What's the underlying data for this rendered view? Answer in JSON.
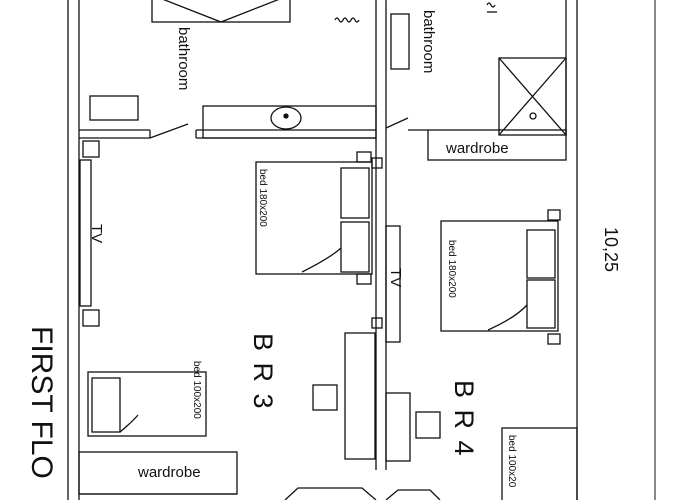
{
  "labels": {
    "bathroom_left": "bathroom",
    "bathroom_right": "bathroom",
    "wardrobe_right": "wardrobe",
    "wardrobe_left": "wardrobe",
    "tv_left": "TV",
    "tv_middle": "TV",
    "bed_br3": "bed 180x200",
    "bed_br4": "bed 180x200",
    "bed_small_left": "bed 100x200",
    "bed_small_right": "bed 100x20",
    "room_br3": "B R 3",
    "room_br4": "B R 4",
    "dimension": "10,25",
    "floor_title": "FIRST FLO"
  },
  "colors": {
    "line": "#111111",
    "background": "#ffffff"
  }
}
